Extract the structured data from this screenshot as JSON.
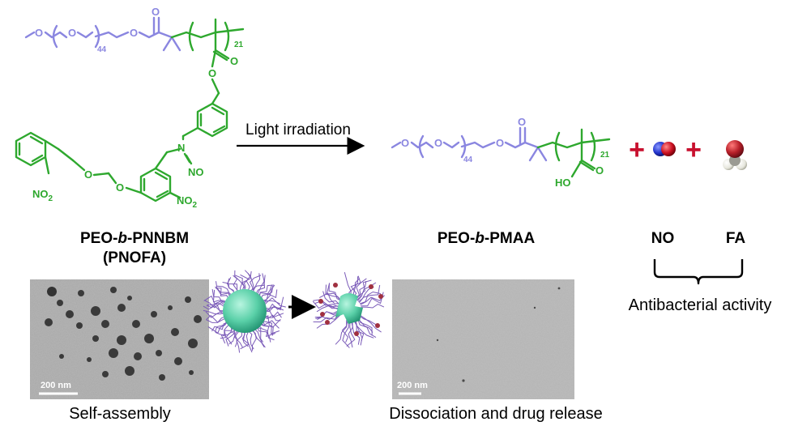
{
  "arrow_label": "Light irradiation",
  "reactant": {
    "name_line1_pre": "PEO-",
    "name_line1_italic": "b",
    "name_line1_post": "-PNNBM",
    "name_line2": "(PNOFA)",
    "peo_repeat": "44",
    "block_repeat": "21"
  },
  "product": {
    "name_pre": "PEO-",
    "name_italic": "b",
    "name_post": "-PMAA",
    "peo_repeat": "44",
    "block_repeat": "21"
  },
  "atoms": {
    "oxygen": "O",
    "methoxy": "O",
    "nitroso_oxygen": "NO",
    "nitro": "NO",
    "nitro_sub": "2",
    "amine_n": "N",
    "hydroxyl": "HO"
  },
  "byproducts": {
    "plus": "+",
    "no_label": "NO",
    "fa_label": "FA",
    "activity": "Antibacterial activity"
  },
  "tem": {
    "left_scale": "200 nm",
    "right_scale": "200 nm",
    "left_caption": "Self-assembly",
    "right_caption": "Dissociation and drug release"
  },
  "colors": {
    "peo": "#8a86e0",
    "block": "#2ea82e",
    "plus": "#c8102e",
    "no_blue": "#2233cc",
    "no_red": "#cc1122",
    "fa_red": "#b8202a",
    "fa_white": "#e6e6dc",
    "micelle_core": "#5ad0a8"
  }
}
